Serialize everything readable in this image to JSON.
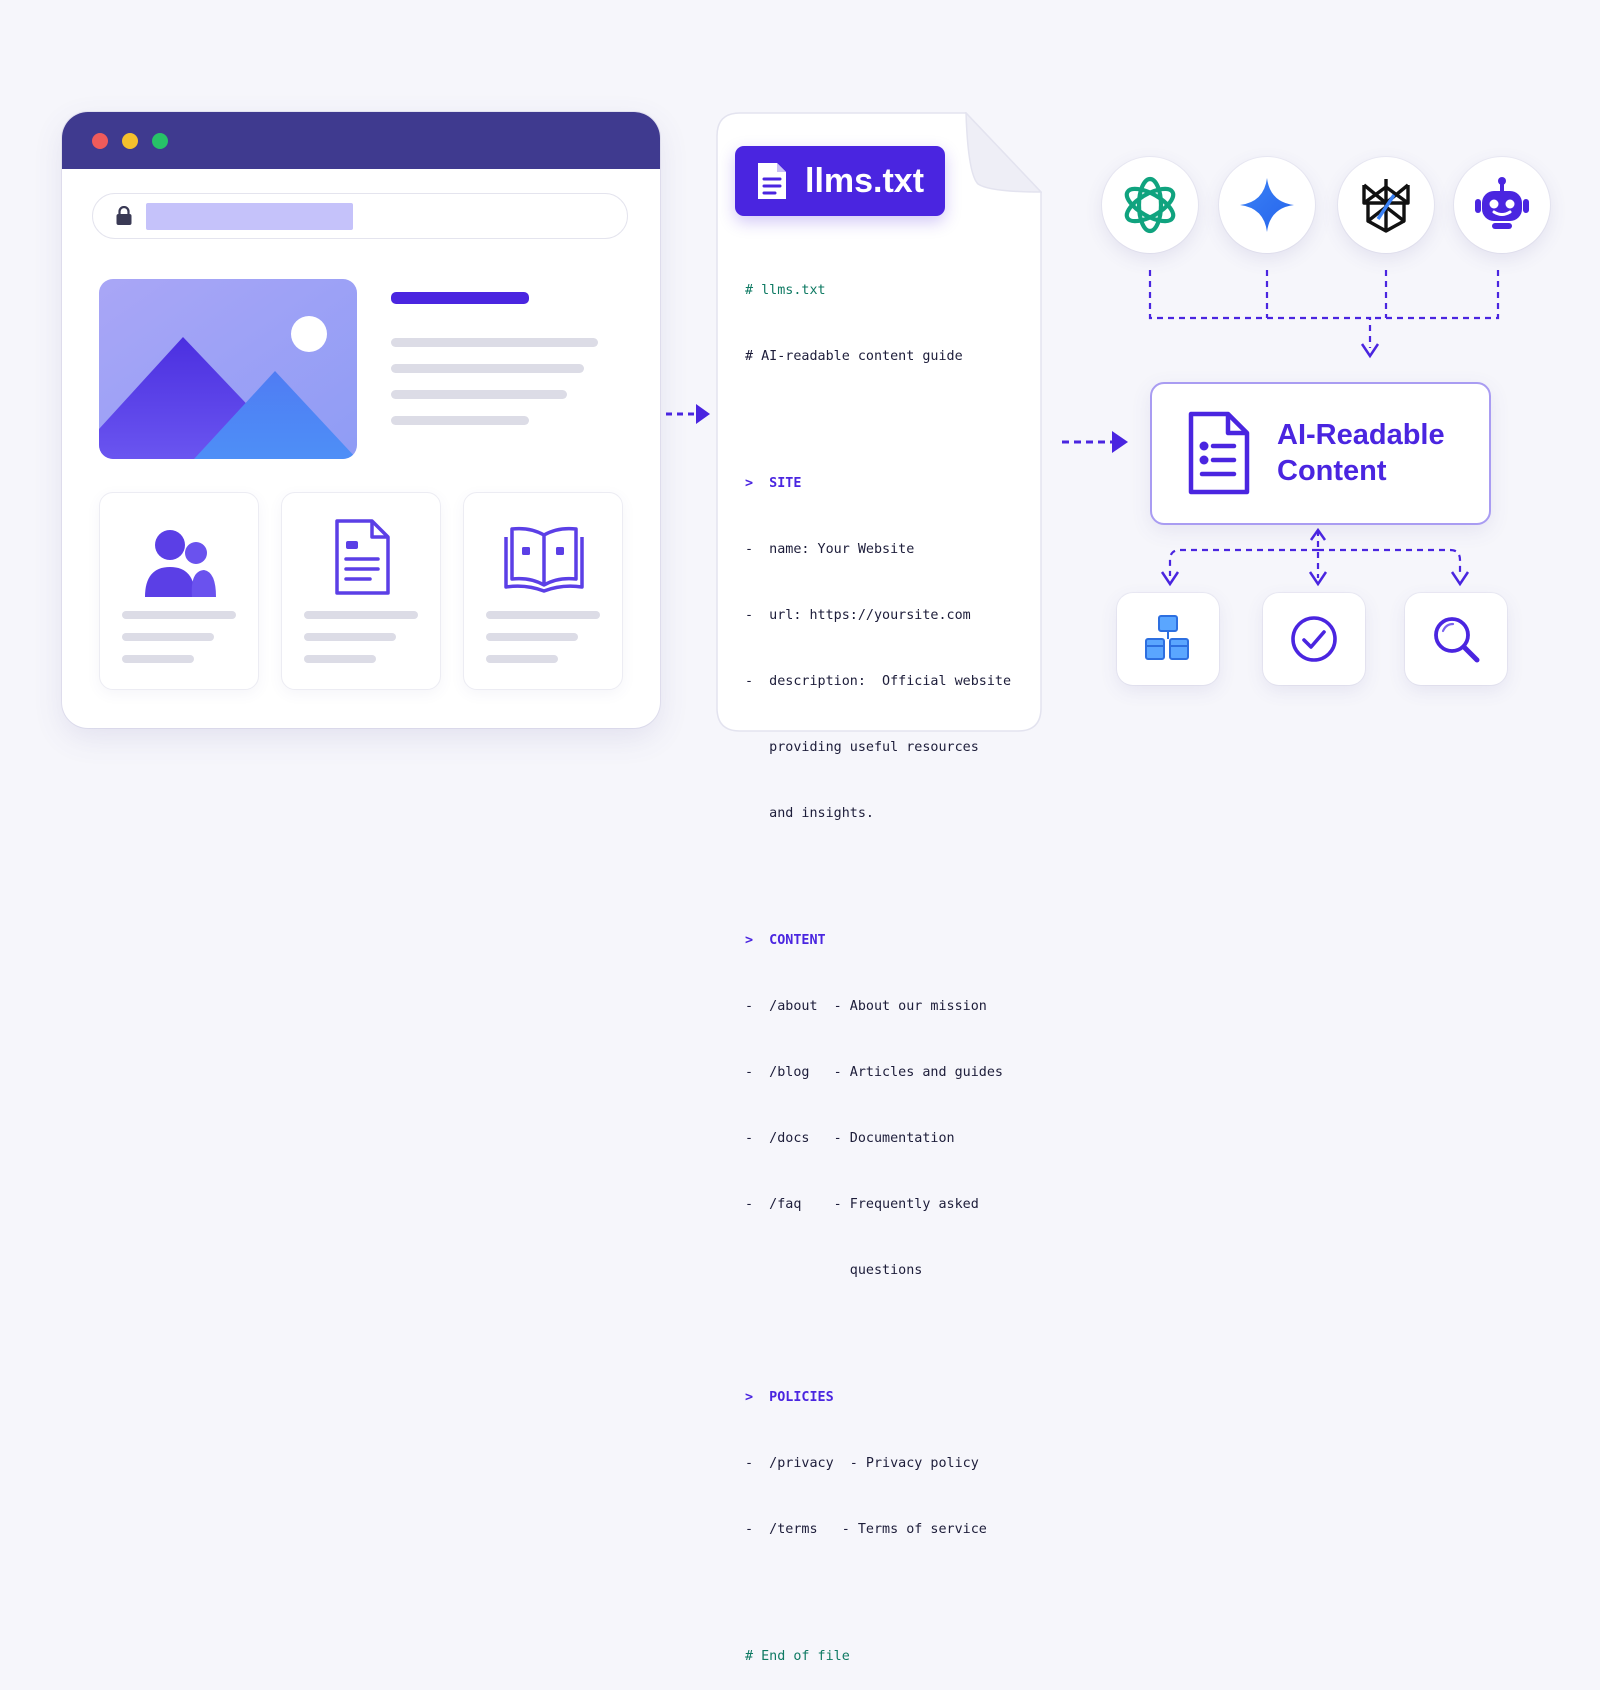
{
  "document": {
    "filename": "llms.txt",
    "lines": {
      "c1": "# llms.txt",
      "c2": "# AI-readable content guide",
      "site_header": ">  SITE",
      "site_name": "-  name: Your Website",
      "site_url": "-  url: https://yoursite.com",
      "site_desc1": "-  description:  Official website",
      "site_desc2": "   providing useful resources",
      "site_desc3": "   and insights.",
      "content_header": ">  CONTENT",
      "about": "-  /about  - About our mission",
      "blog": "-  /blog   - Articles and guides",
      "docs": "-  /docs   - Documentation",
      "faq1": "-  /faq    - Frequently asked",
      "faq2": "             questions",
      "policies_header": ">  POLICIES",
      "privacy": "-  /privacy  - Privacy policy",
      "terms": "-  /terms   - Terms of service",
      "end": "# End of file"
    }
  },
  "result": {
    "title_line1": "AI-Readable",
    "title_line2": "Content"
  },
  "ai_assistants": [
    "openai-icon",
    "sparkle-star-icon",
    "perplexity-icon",
    "robot-icon"
  ],
  "outputs": [
    "blocks-icon",
    "check-circle-icon",
    "magnifier-icon"
  ],
  "colors": {
    "accent": "#4a25e0",
    "browser_titlebar": "#3f3a8f",
    "code_comment": "#0f7a63",
    "box_border": "#a99cf2"
  }
}
